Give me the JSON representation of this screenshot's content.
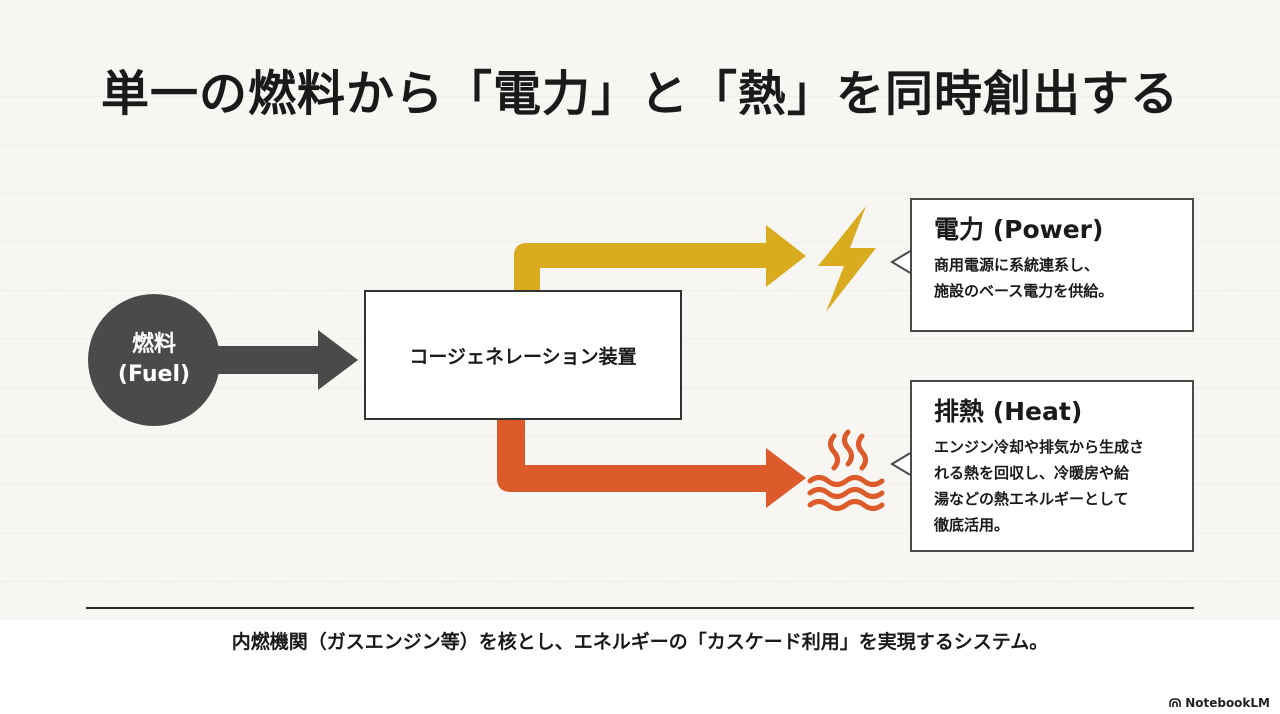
{
  "title": "単一の燃料から「電力」と「熱」を同時創出する",
  "fuel": {
    "label": "燃料",
    "sublabel": "(Fuel)"
  },
  "device": {
    "label": "コージェネレーション装置"
  },
  "outputs": {
    "power": {
      "title": "電力 (Power)",
      "description": "商用電源に系統連系し、\n施設のベース電力を供給。",
      "color": "#d9ac1f"
    },
    "heat": {
      "title": "排熱 (Heat)",
      "description": "エンジン冷却や排気から生成さ\nれる熱を回収し、冷暖房や給\n湯などの熱エネルギーとして\n徹底活用。",
      "color": "#dd5a2b"
    }
  },
  "footer": {
    "text": "内燃機関（ガスエンジン等）を核とし、エネルギーの「カスケード利用」を実現するシステム。"
  },
  "brand": {
    "name": "NotebookLM"
  }
}
